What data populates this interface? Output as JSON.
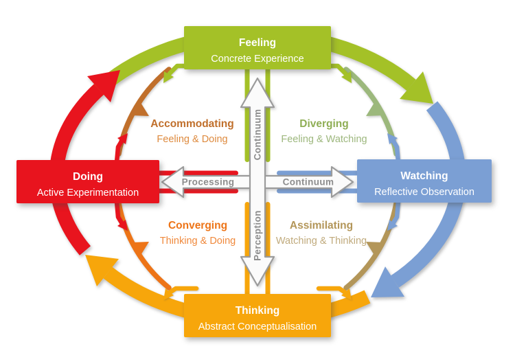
{
  "colors": {
    "feeling_green": "#a4c127",
    "watching_blue": "#7b9fd4",
    "thinking_amber": "#f7a60b",
    "doing_red": "#e8141e",
    "accommodating_brown": "#c06f2b",
    "accommodating_light": "#de8a3e",
    "diverging_sage": "#8fae55",
    "diverging_light": "#9db77d",
    "converging_orange": "#ed7417",
    "converging_light": "#f0893c",
    "assimilating_tan": "#b39659",
    "assimilating_light": "#c0aa7c",
    "cross_outline_gray": "#9b9b9b",
    "cross_label_gray": "#8d8d8d"
  },
  "boxes": {
    "top": {
      "title": "Feeling",
      "subtitle": "Concrete Experience"
    },
    "right": {
      "title": "Watching",
      "subtitle": "Reflective Observation"
    },
    "bottom": {
      "title": "Thinking",
      "subtitle": "Abstract Conceptualisation"
    },
    "left": {
      "title": "Doing",
      "subtitle": "Active Experimentation"
    }
  },
  "quadrants": {
    "top_left": {
      "title": "Accommodating",
      "subtitle": "Feeling & Doing"
    },
    "top_right": {
      "title": "Diverging",
      "subtitle": "Feeling & Watching"
    },
    "bottom_left": {
      "title": "Converging",
      "subtitle": "Thinking & Doing"
    },
    "bottom_right": {
      "title": "Assimilating",
      "subtitle": "Watching & Thinking"
    }
  },
  "axis_labels": {
    "vertical_upper": "Continuum",
    "vertical_lower": "Perception",
    "horizontal_left": "Processing",
    "horizontal_right": "Continuum"
  }
}
